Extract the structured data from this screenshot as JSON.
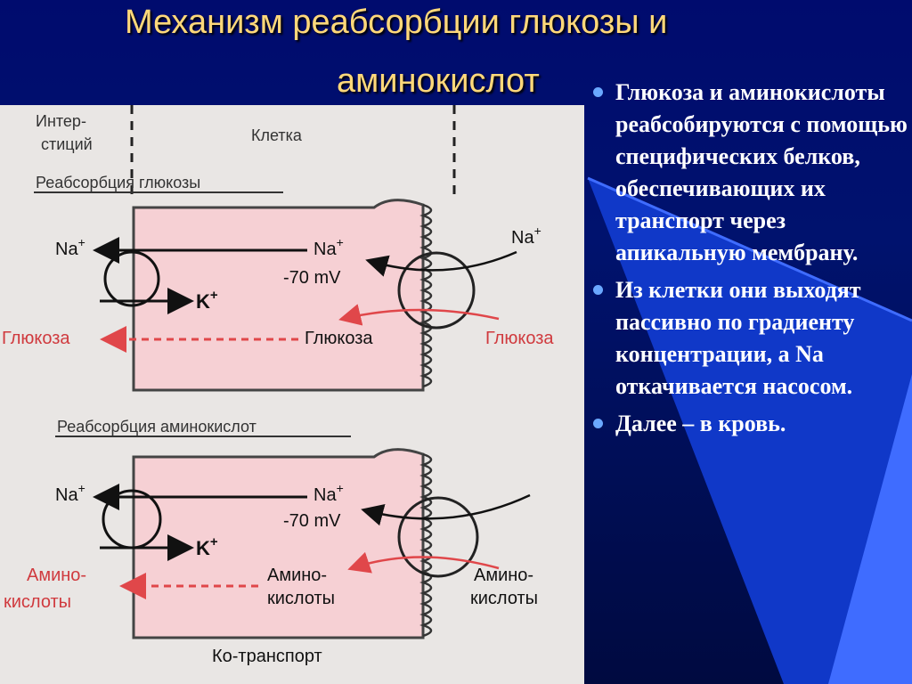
{
  "title": {
    "line1": "Механизм реабсорбции глюкозы и",
    "line2": "аминокислот"
  },
  "diagram": {
    "interstitium_label_1": "Интер-",
    "interstitium_label_2": "стиций",
    "cell_label": "Клетка",
    "glucose_section_title": "Реабсорбция глюкозы",
    "amino_section_title": "Реабсорбция аминокислот",
    "na_label": "Na",
    "na_superscript": "+",
    "k_label": "K",
    "k_superscript": "+",
    "voltage": "-70 mV",
    "glucose": "Глюкоза",
    "amino_line1": "Амино-",
    "amino_line2": "кислоты",
    "cotransport": "Ко-транспорт"
  },
  "bullets": [
    "Глюкоза и аминокислоты реабсобируются с помощью специфических белков, обеспечивающих их транспорт через апикальную мембрану.",
    "Из клетки они выходят пассивно по градиенту концентрации, а Na откачивается насосом.",
    "Далее – в кровь."
  ],
  "colors": {
    "title": "#ffd87a",
    "background_dark": "#000a40",
    "background_blue": "#0d2fb8",
    "cell_fill": "#f6d0d4",
    "arrow_red": "#e0474a",
    "bullet_dot": "#6aa8ff"
  }
}
